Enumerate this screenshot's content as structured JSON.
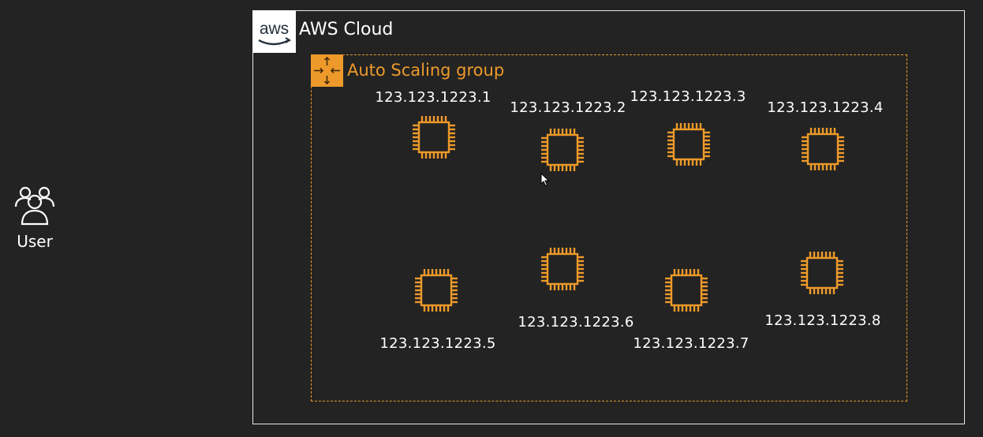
{
  "user": {
    "label": "User",
    "icon": "users-icon"
  },
  "cloud": {
    "title": "AWS Cloud",
    "logo_text": "aws",
    "logo_icon": "aws-logo-icon"
  },
  "asg": {
    "title": "Auto Scaling group",
    "icon": "auto-scaling-icon",
    "color": "#ED9A2A"
  },
  "instances": [
    {
      "ip": "123.123.1223.1",
      "icon": "ec2-instance-icon"
    },
    {
      "ip": "123.123.1223.2",
      "icon": "ec2-instance-icon"
    },
    {
      "ip": "123.123.1223.3",
      "icon": "ec2-instance-icon"
    },
    {
      "ip": "123.123.1223.4",
      "icon": "ec2-instance-icon"
    },
    {
      "ip": "123.123.1223.5",
      "icon": "ec2-instance-icon"
    },
    {
      "ip": "123.123.1223.6",
      "icon": "ec2-instance-icon"
    },
    {
      "ip": "123.123.1223.7",
      "icon": "ec2-instance-icon"
    },
    {
      "ip": "123.123.1223.8",
      "icon": "ec2-instance-icon"
    }
  ]
}
